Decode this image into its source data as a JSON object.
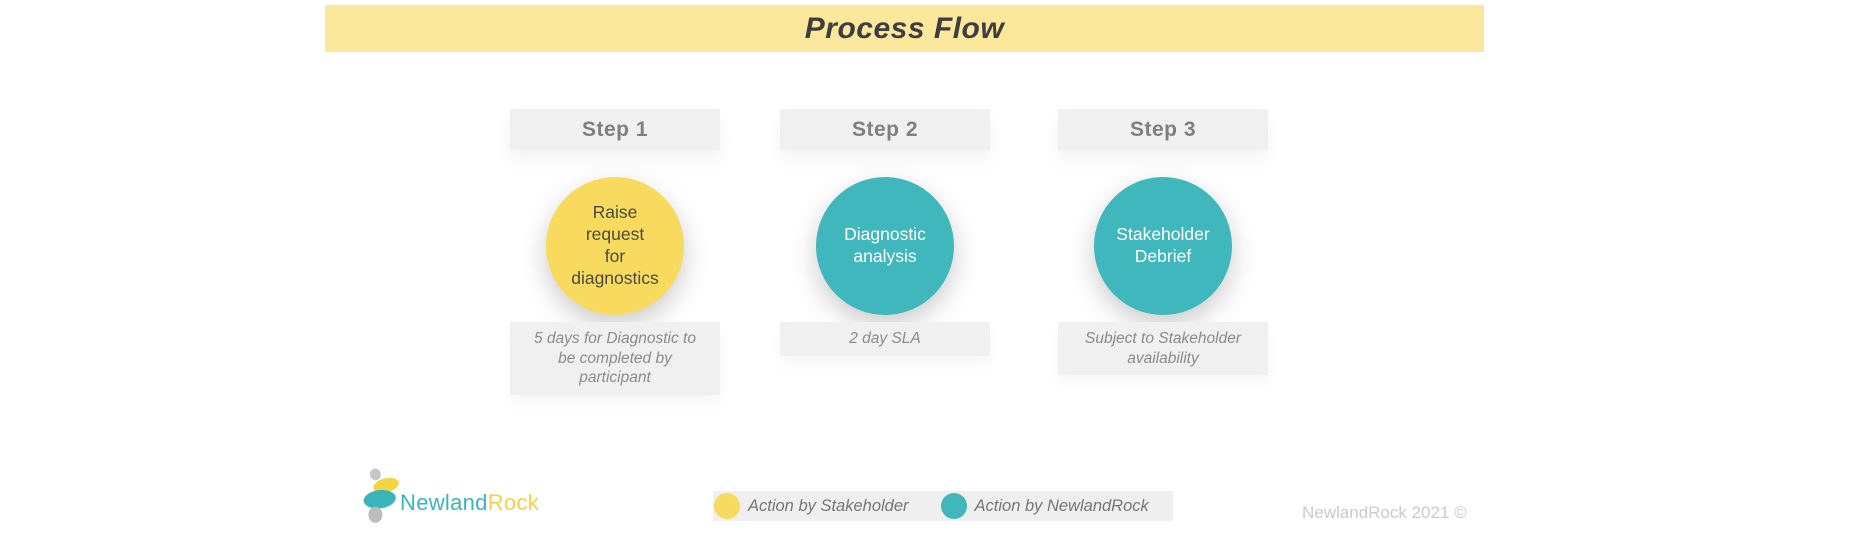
{
  "header": {
    "title": "Process Flow"
  },
  "steps": [
    {
      "label": "Step 1",
      "circle_text": "Raise\nrequest\nfor\ndiagnostics",
      "circle_color": "#F8DB5E",
      "circle_text_color": "#4A4A42",
      "caption": "5 days for Diagnostic to\nbe completed by\nparticipant"
    },
    {
      "label": "Step 2",
      "circle_text": "Diagnostic\nanalysis",
      "circle_color": "#40B7BD",
      "circle_text_color": "#FFFFFF",
      "caption": "2 day SLA"
    },
    {
      "label": "Step 3",
      "circle_text": "Stakeholder\nDebrief",
      "circle_color": "#40B7BD",
      "circle_text_color": "#FFFFFF",
      "caption": "Subject to Stakeholder\navailability"
    }
  ],
  "legend": {
    "items": [
      {
        "label": "Action by Stakeholder",
        "color": "#F8DB5E"
      },
      {
        "label": "Action by NewlandRock",
        "color": "#40B7BD"
      }
    ]
  },
  "footer": {
    "logo": {
      "text_primary": "Newland",
      "text_secondary": "Rock",
      "primary_color": "#3AB4BA",
      "secondary_color": "#F2D14E"
    },
    "copyright": "NewlandRock 2021 ©"
  },
  "colors": {
    "banner_bg": "#FCE89C",
    "stakeholder_yellow": "#F8DB5E",
    "newlandrock_teal": "#40B7BD"
  }
}
